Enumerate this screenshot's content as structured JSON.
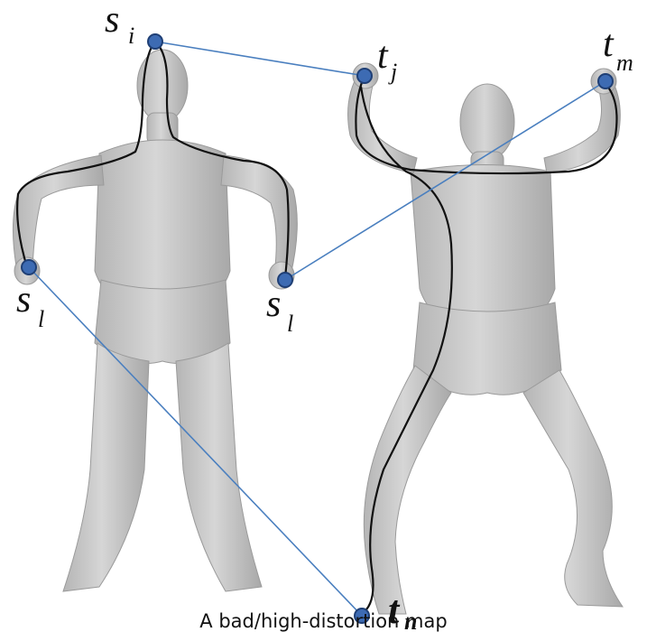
{
  "caption": "A bad/high-distortion map",
  "colors": {
    "mesh_fill": "#c9c9c9",
    "mesh_shadow": "#9e9e9e",
    "correspondence_line": "#4a7fbf",
    "geodesic_path": "#111111",
    "point_fill": "#3d6bb3",
    "point_stroke": "#1f3f75"
  },
  "labels": {
    "s_i": {
      "main": "s",
      "sub": "i"
    },
    "s_l_left": {
      "main": "s",
      "sub": "l"
    },
    "s_l_right": {
      "main": "s",
      "sub": "l"
    },
    "t_j": {
      "main": "t",
      "sub": "j"
    },
    "t_m": {
      "main": "t",
      "sub": "m"
    },
    "t_n": {
      "main": "t",
      "sub": "n"
    }
  }
}
